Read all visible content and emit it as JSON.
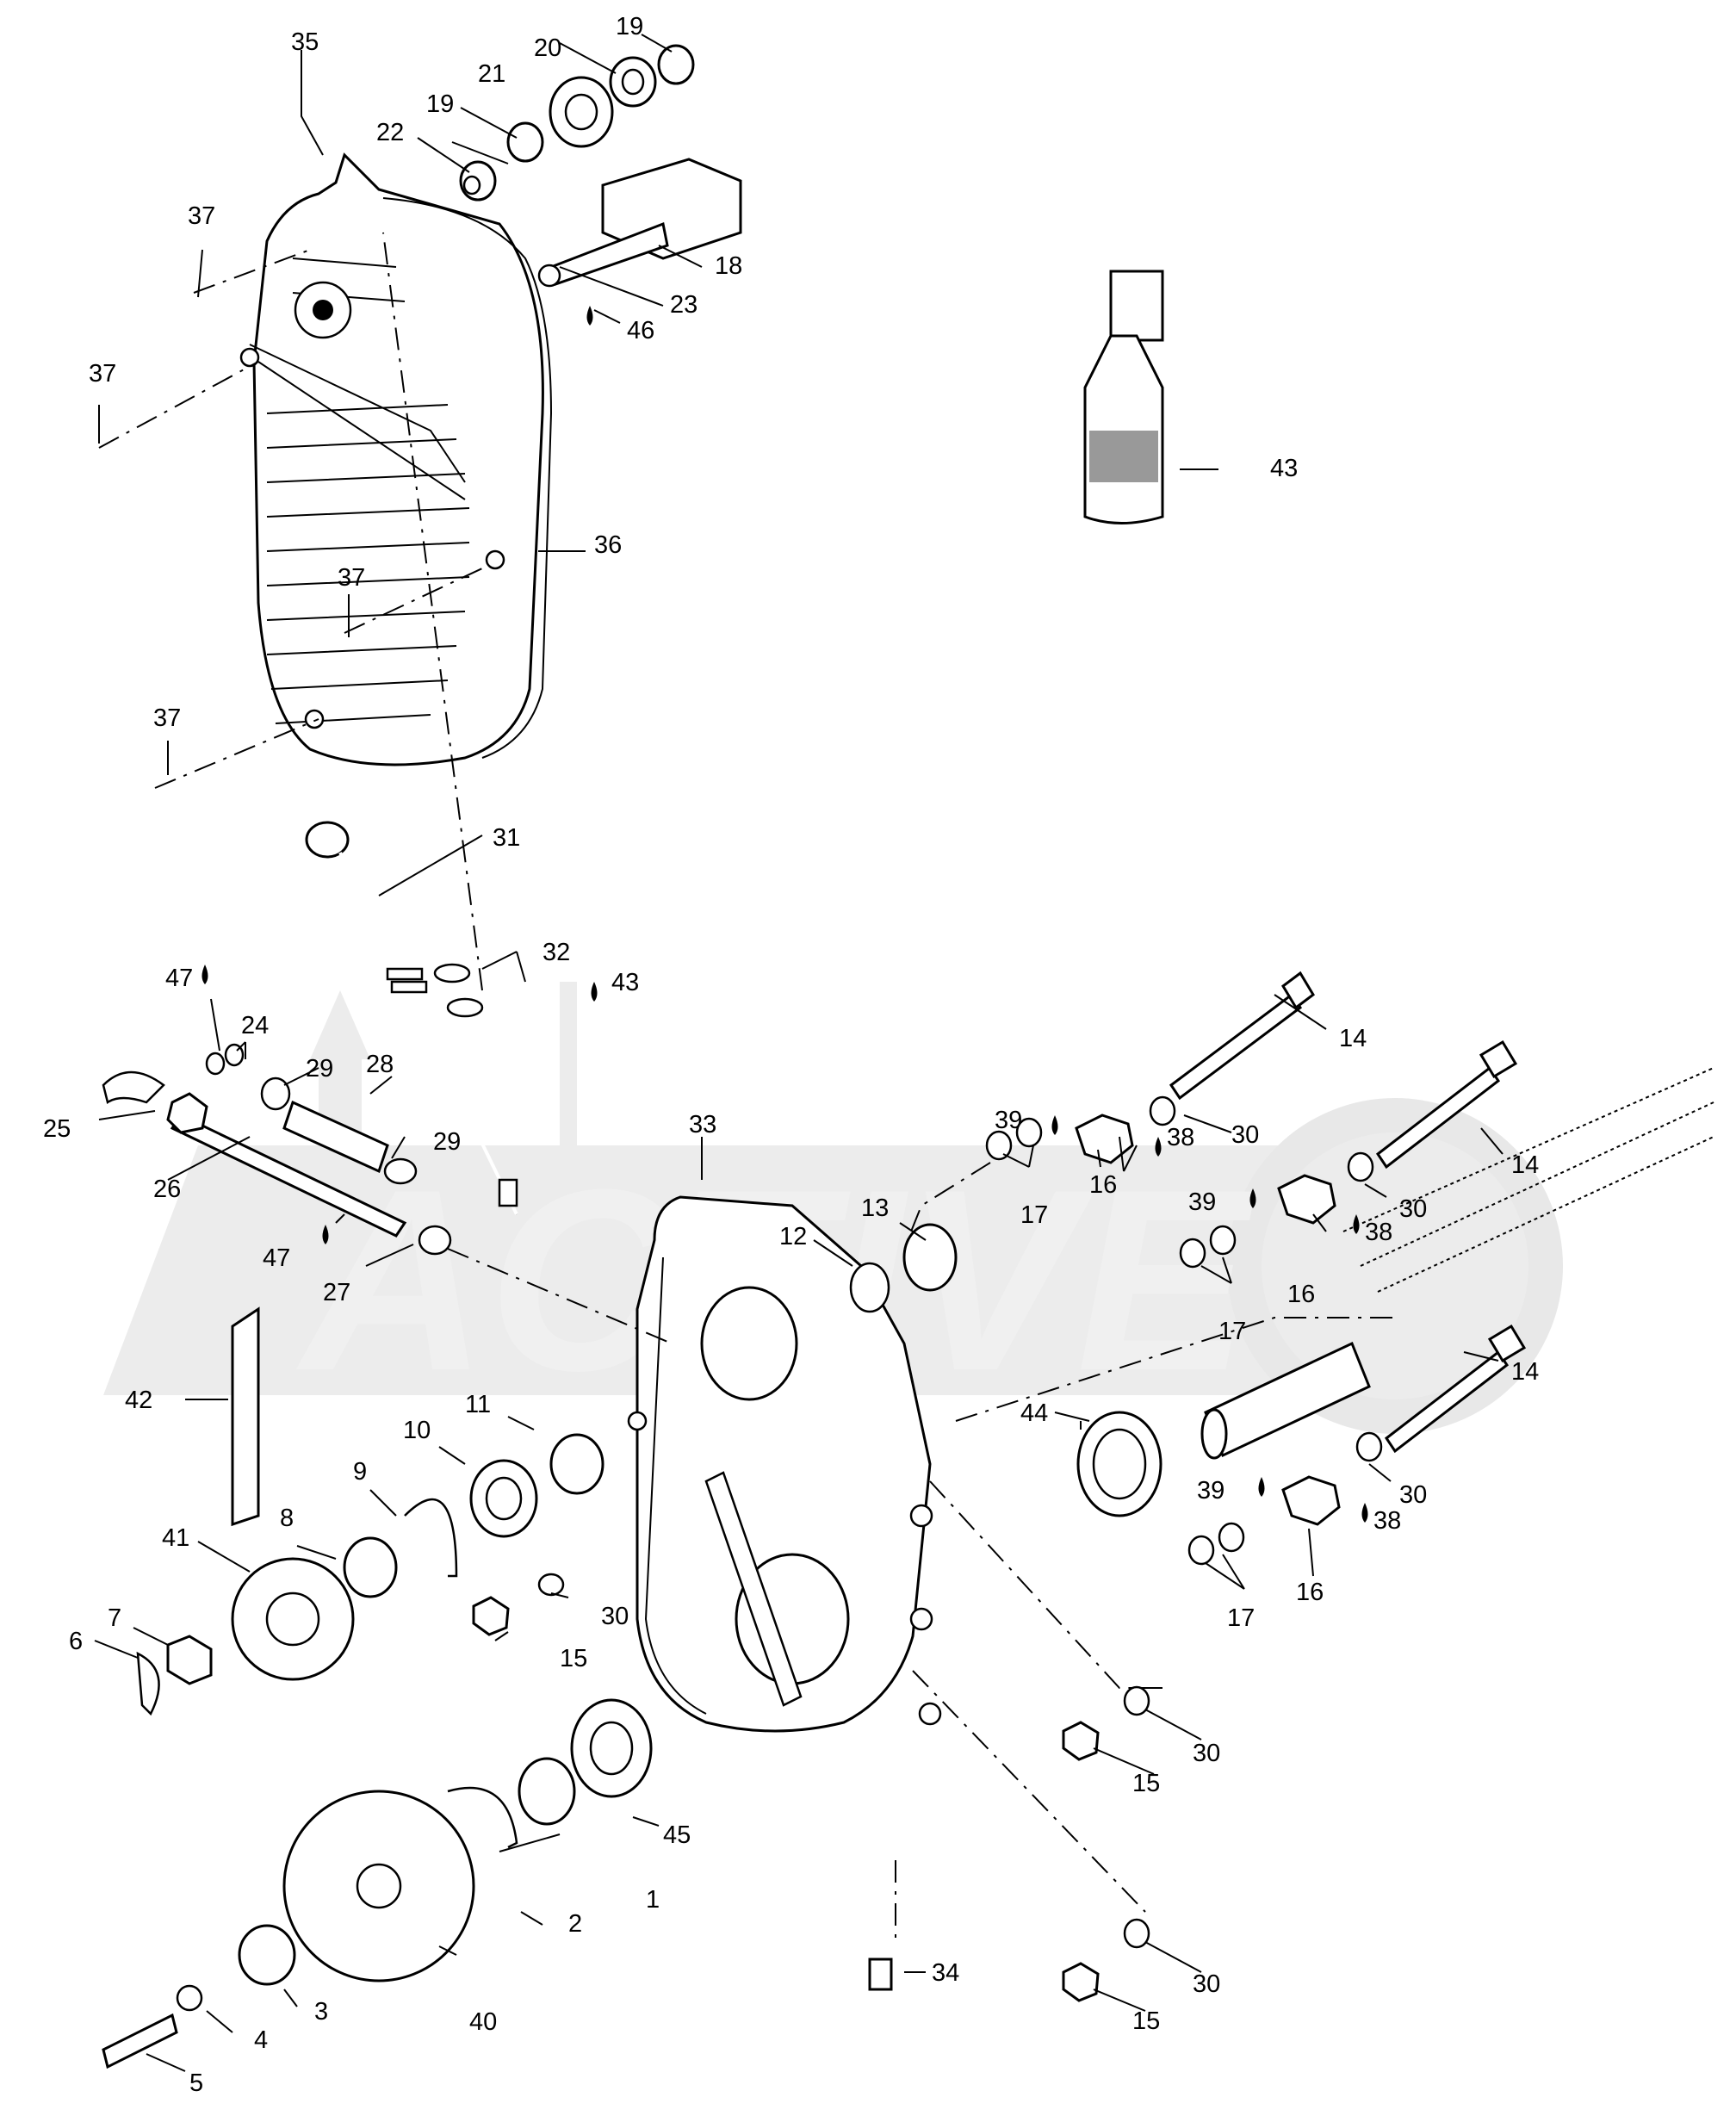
{
  "callouts": [
    {
      "id": "l1",
      "text": "1"
    },
    {
      "id": "l2",
      "text": "2"
    },
    {
      "id": "l3",
      "text": "3"
    },
    {
      "id": "l4",
      "text": "4"
    },
    {
      "id": "l5",
      "text": "5"
    },
    {
      "id": "l6",
      "text": "6"
    },
    {
      "id": "l7",
      "text": "7"
    },
    {
      "id": "l8",
      "text": "8"
    },
    {
      "id": "l9",
      "text": "9"
    },
    {
      "id": "l10",
      "text": "10"
    },
    {
      "id": "l11",
      "text": "11"
    },
    {
      "id": "l12",
      "text": "12"
    },
    {
      "id": "l13",
      "text": "13"
    },
    {
      "id": "l14a",
      "text": "14"
    },
    {
      "id": "l14b",
      "text": "14"
    },
    {
      "id": "l14c",
      "text": "14"
    },
    {
      "id": "l15a",
      "text": "15"
    },
    {
      "id": "l15b",
      "text": "15"
    },
    {
      "id": "l15c",
      "text": "15"
    },
    {
      "id": "l16a",
      "text": "16"
    },
    {
      "id": "l16b",
      "text": "16"
    },
    {
      "id": "l16c",
      "text": "16"
    },
    {
      "id": "l17a",
      "text": "17"
    },
    {
      "id": "l17b",
      "text": "17"
    },
    {
      "id": "l17c",
      "text": "17"
    },
    {
      "id": "l18",
      "text": "18"
    },
    {
      "id": "l19a",
      "text": "19"
    },
    {
      "id": "l19b",
      "text": "19"
    },
    {
      "id": "l20",
      "text": "20"
    },
    {
      "id": "l21",
      "text": "21"
    },
    {
      "id": "l22",
      "text": "22"
    },
    {
      "id": "l23",
      "text": "23"
    },
    {
      "id": "l24",
      "text": "24"
    },
    {
      "id": "l25",
      "text": "25"
    },
    {
      "id": "l26",
      "text": "26"
    },
    {
      "id": "l27",
      "text": "27"
    },
    {
      "id": "l28",
      "text": "28"
    },
    {
      "id": "l29a",
      "text": "29"
    },
    {
      "id": "l29b",
      "text": "29"
    },
    {
      "id": "l30a",
      "text": "30"
    },
    {
      "id": "l30b",
      "text": "30"
    },
    {
      "id": "l30c",
      "text": "30"
    },
    {
      "id": "l30d",
      "text": "30"
    },
    {
      "id": "l30e",
      "text": "30"
    },
    {
      "id": "l30f",
      "text": "30"
    },
    {
      "id": "l31",
      "text": "31"
    },
    {
      "id": "l32",
      "text": "32"
    },
    {
      "id": "l33",
      "text": "33"
    },
    {
      "id": "l34",
      "text": "34"
    },
    {
      "id": "l35",
      "text": "35"
    },
    {
      "id": "l36",
      "text": "36"
    },
    {
      "id": "l37a",
      "text": "37"
    },
    {
      "id": "l37b",
      "text": "37"
    },
    {
      "id": "l37c",
      "text": "37"
    },
    {
      "id": "l37d",
      "text": "37"
    },
    {
      "id": "l38a",
      "text": "38"
    },
    {
      "id": "l38b",
      "text": "38"
    },
    {
      "id": "l38c",
      "text": "38"
    },
    {
      "id": "l39a",
      "text": "39"
    },
    {
      "id": "l39b",
      "text": "39"
    },
    {
      "id": "l39c",
      "text": "39"
    },
    {
      "id": "l40",
      "text": "40"
    },
    {
      "id": "l41",
      "text": "41"
    },
    {
      "id": "l42",
      "text": "42"
    },
    {
      "id": "l43a",
      "text": "43"
    },
    {
      "id": "l43b",
      "text": "43"
    },
    {
      "id": "l44",
      "text": "44"
    },
    {
      "id": "l45",
      "text": "45"
    },
    {
      "id": "l46",
      "text": "46"
    },
    {
      "id": "l47a",
      "text": "47"
    },
    {
      "id": "l47b",
      "text": "47"
    }
  ],
  "watermark": {
    "text": "ACTIVE"
  }
}
